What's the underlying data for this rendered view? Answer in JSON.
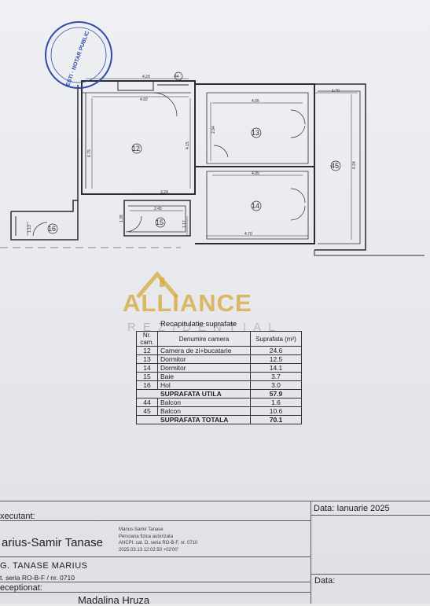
{
  "document": {
    "stamp_text": "ESTI · NOTAR PUBLIC",
    "watermark": {
      "brand": "ALLIANCE",
      "sub": "REZIDENTIAL"
    },
    "plan": {
      "rooms": [
        {
          "id": "12"
        },
        {
          "id": "13"
        },
        {
          "id": "14"
        },
        {
          "id": "15"
        },
        {
          "id": "16"
        },
        {
          "id": "44"
        },
        {
          "id": "45"
        }
      ],
      "dimensions": [
        "4.20",
        "4.92",
        "4.05",
        "1.70",
        "4.05",
        "3.24",
        "2.45",
        "4.70",
        "6.75",
        "4.15",
        "2.94",
        "6.24",
        "1.38",
        "1.17",
        "1.13"
      ]
    },
    "recap": {
      "title": "Recapitulatie suprafate",
      "headers": {
        "nr": "Nr. cam.",
        "denumire": "Denumire camera",
        "suprafata": "Suprafata (m²)"
      },
      "rooms": [
        {
          "nr": "12",
          "name": "Camera de zi+bucatarie",
          "area": "24.6"
        },
        {
          "nr": "13",
          "name": "Dormitor",
          "area": "12.5"
        },
        {
          "nr": "14",
          "name": "Dormitor",
          "area": "14.1"
        },
        {
          "nr": "15",
          "name": "Baie",
          "area": "3.7"
        },
        {
          "nr": "16",
          "name": "Hol",
          "area": "3.0"
        }
      ],
      "util_label": "SUPRAFATA UTILA",
      "util_value": "57.9",
      "balconies": [
        {
          "nr": "44",
          "name": "Balcon",
          "area": "1.6"
        },
        {
          "nr": "45",
          "name": "Balcon",
          "area": "10.6"
        }
      ],
      "total_label": "SUPRAFATA TOTALA",
      "total_value": "70.1"
    },
    "title_block": {
      "executant_label": "xecutant:",
      "executant_name": "arius-Samir Tanase",
      "signature_lines": [
        "Marius-Samir Tanase",
        "Persoana fizica autorizata",
        "ANCPI: cat. D, seria RO-B-F, nr. 0710",
        "2025.03.13 12:02:50 +02'00'"
      ],
      "engineer": "G. TANASE  MARIUS",
      "engineer_serie": "t. seria RO-B-F / nr. 0710",
      "receptionat_label": "eceptionat:",
      "receptionat_name": "Madalina Hruza",
      "date_label": "Data: Ianuarie 2025",
      "date_label_2": "Data:"
    }
  }
}
